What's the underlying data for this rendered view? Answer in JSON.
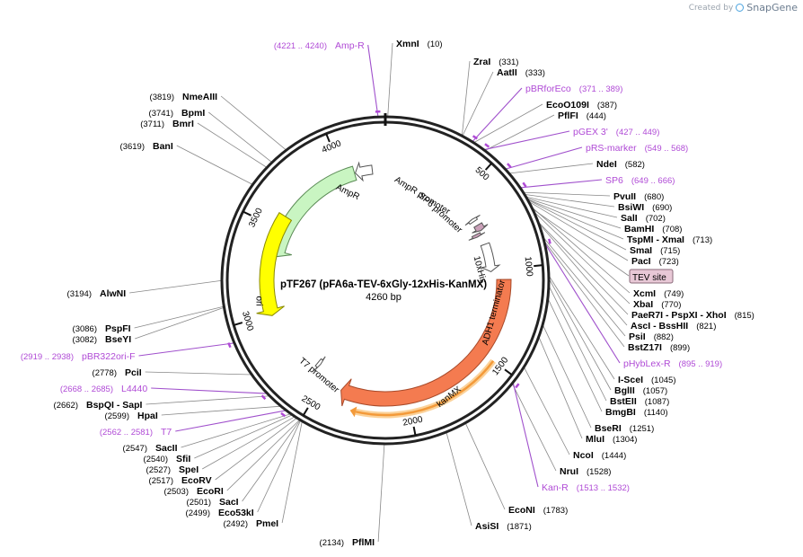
{
  "credit": {
    "created_by": "Created by",
    "brand": "SnapGene"
  },
  "plasmid": {
    "name": "pTF267 (pFA6a-TEV-6xGly-12xHis-KanMX)",
    "size_label": "4260 bp",
    "length": 4260
  },
  "ticks": [
    {
      "pos": 500,
      "label": "500"
    },
    {
      "pos": 1000,
      "label": "1000"
    },
    {
      "pos": 1500,
      "label": "1500"
    },
    {
      "pos": 2000,
      "label": "2000"
    },
    {
      "pos": 2500,
      "label": "2500"
    },
    {
      "pos": 3000,
      "label": "3000"
    },
    {
      "pos": 3500,
      "label": "3500"
    },
    {
      "pos": 4000,
      "label": "4000"
    }
  ],
  "features": [
    {
      "name": "AmpR",
      "start": 3340,
      "end": 4070,
      "strand": -1,
      "color": "#c9f5c2",
      "stroke": "#5a8a55"
    },
    {
      "name": "AmpR promoter",
      "start": 4075,
      "end": 4180,
      "strand": -1,
      "color": "#ffffff",
      "stroke": "#555555"
    },
    {
      "name": "SP6 promoter",
      "start": 650,
      "end": 668,
      "strand": -1,
      "color": "#ffffff",
      "stroke": "#555555"
    },
    {
      "name": "10xHis",
      "start": 700,
      "end": 740,
      "strand": 1,
      "color": "#c9a0b8",
      "stroke": "#555555"
    },
    {
      "name": "TEV site",
      "start": 749,
      "end": 768,
      "strand": 1,
      "color": "#c9a0b8",
      "stroke": "#555555"
    },
    {
      "name": "ADH1 terminator",
      "start": 830,
      "end": 1010,
      "strand": 1,
      "color": "#ffffff",
      "stroke": "#555555"
    },
    {
      "name": "kanMX",
      "start": 1060,
      "end": 2390,
      "strand": 1,
      "color": "#f47b50",
      "stroke": "#a84a2a"
    },
    {
      "name": "T7 promoter",
      "start": 2575,
      "end": 2595,
      "strand": -1,
      "color": "#ffffff",
      "stroke": "#555555"
    },
    {
      "name": "ori",
      "start": 2990,
      "end": 3580,
      "strand": -1,
      "color": "#ffff00",
      "stroke": "#8a8a00"
    }
  ],
  "orf": {
    "start": 1500,
    "end": 2310,
    "color": "#f39a3a"
  },
  "enzymes": [
    {
      "name": "XmnI",
      "pos": "(10)",
      "site": 10
    },
    {
      "name": "ZraI",
      "pos": "(331)",
      "site": 331
    },
    {
      "name": "AatII",
      "pos": "(333)",
      "site": 333
    },
    {
      "name": "EcoO109I",
      "pos": "(387)",
      "site": 387
    },
    {
      "name": "PflFI",
      "pos": "(444)",
      "site": 444
    },
    {
      "name": "NdeI",
      "pos": "(582)",
      "site": 582
    },
    {
      "name": "PvuII",
      "pos": "(680)",
      "site": 680
    },
    {
      "name": "BsiWI",
      "pos": "(690)",
      "site": 690
    },
    {
      "name": "SalI",
      "pos": "(702)",
      "site": 702
    },
    {
      "name": "BamHI",
      "pos": "(708)",
      "site": 708
    },
    {
      "name": "TspMI - XmaI",
      "pos": "(713)",
      "site": 713
    },
    {
      "name": "SmaI",
      "pos": "(715)",
      "site": 715
    },
    {
      "name": "PacI",
      "pos": "(723)",
      "site": 723
    },
    {
      "name": "XcmI",
      "pos": "(749)",
      "site": 749
    },
    {
      "name": "XbaI",
      "pos": "(770)",
      "site": 770
    },
    {
      "name": "PaeR7I - PspXI - XhoI",
      "pos": "(815)",
      "site": 815
    },
    {
      "name": "AscI - BssHII",
      "pos": "(821)",
      "site": 821
    },
    {
      "name": "PsiI",
      "pos": "(882)",
      "site": 882
    },
    {
      "name": "BstZ17I",
      "pos": "(899)",
      "site": 899
    },
    {
      "name": "I-SceI",
      "pos": "(1045)",
      "site": 1045
    },
    {
      "name": "BglII",
      "pos": "(1057)",
      "site": 1057
    },
    {
      "name": "BstEII",
      "pos": "(1087)",
      "site": 1087
    },
    {
      "name": "BmgBI",
      "pos": "(1140)",
      "site": 1140
    },
    {
      "name": "BseRI",
      "pos": "(1251)",
      "site": 1251
    },
    {
      "name": "MluI",
      "pos": "(1304)",
      "site": 1304
    },
    {
      "name": "NcoI",
      "pos": "(1444)",
      "site": 1444
    },
    {
      "name": "NruI",
      "pos": "(1528)",
      "site": 1528
    },
    {
      "name": "EcoNI",
      "pos": "(1783)",
      "site": 1783
    },
    {
      "name": "AsiSI",
      "pos": "(1871)",
      "site": 1871
    },
    {
      "name": "PflMI",
      "pos": "(2134)",
      "site": 2134
    },
    {
      "name": "PmeI",
      "pos": "(2492)",
      "site": 2492
    },
    {
      "name": "Eco53kI",
      "pos": "(2499)",
      "site": 2499
    },
    {
      "name": "SacI",
      "pos": "(2501)",
      "site": 2501
    },
    {
      "name": "EcoRI",
      "pos": "(2503)",
      "site": 2503
    },
    {
      "name": "EcoRV",
      "pos": "(2517)",
      "site": 2517
    },
    {
      "name": "SpeI",
      "pos": "(2527)",
      "site": 2527
    },
    {
      "name": "SfiI",
      "pos": "(2540)",
      "site": 2540
    },
    {
      "name": "SacII",
      "pos": "(2547)",
      "site": 2547
    },
    {
      "name": "HpaI",
      "pos": "(2599)",
      "site": 2599
    },
    {
      "name": "BspQI - SapI",
      "pos": "(2662)",
      "site": 2662
    },
    {
      "name": "PciI",
      "pos": "(2778)",
      "site": 2778
    },
    {
      "name": "BseYI",
      "pos": "(3082)",
      "site": 3082
    },
    {
      "name": "PspFI",
      "pos": "(3086)",
      "site": 3086
    },
    {
      "name": "AlwNI",
      "pos": "(3194)",
      "site": 3194
    },
    {
      "name": "BanI",
      "pos": "(3619)",
      "site": 3619
    },
    {
      "name": "BmrI",
      "pos": "(3711)",
      "site": 3711
    },
    {
      "name": "BpmI",
      "pos": "(3741)",
      "site": 3741
    },
    {
      "name": "NmeAIII",
      "pos": "(3819)",
      "site": 3819
    }
  ],
  "primers": [
    {
      "name": "Amp-R",
      "pos": "(4221 .. 4240)",
      "site": 4230
    },
    {
      "name": "pBRforEco",
      "pos": "(371 .. 389)",
      "site": 380
    },
    {
      "name": "pGEX 3'",
      "pos": "(427 .. 449)",
      "site": 438
    },
    {
      "name": "pRS-marker",
      "pos": "(549 .. 568)",
      "site": 558
    },
    {
      "name": "SP6",
      "pos": "(649 .. 666)",
      "site": 657
    },
    {
      "name": "pHybLex-R",
      "pos": "(895 .. 919)",
      "site": 907
    },
    {
      "name": "Kan-R",
      "pos": "(1513 .. 1532)",
      "site": 1522
    },
    {
      "name": "T7",
      "pos": "(2562 .. 2581)",
      "site": 2571
    },
    {
      "name": "L4440",
      "pos": "(2668 .. 2685)",
      "site": 2676
    },
    {
      "name": "pBR322ori-F",
      "pos": "(2919 .. 2938)",
      "site": 2928
    }
  ],
  "tev_box": {
    "label": "TEV site",
    "fill": "#e8c8d6",
    "stroke": "#8a6a7a"
  }
}
